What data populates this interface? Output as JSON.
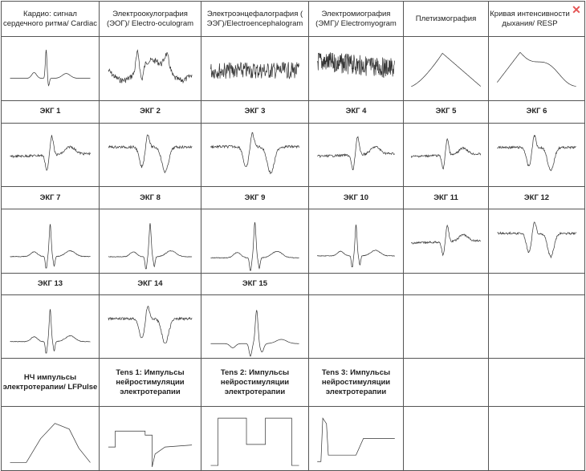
{
  "headers": [
    "Кардио: сигнал сердечного ритма/ Cardiac",
    "Электроокулография (ЭОГ)/ Electro-oculogram",
    "Электроэнцефалография ( ЭЭГ)/Electroencephalogram",
    "Электромиография (ЭМГ)/ Electromyogram",
    "Плетизмография",
    "Кривая интенсивности дыхания/ RESP"
  ],
  "ecg_labels": [
    "ЭКГ 1",
    "ЭКГ 2",
    "ЭКГ 3",
    "ЭКГ 4",
    "ЭКГ 5",
    "ЭКГ 6",
    "ЭКГ 7",
    "ЭКГ 8",
    "ЭКГ 9",
    "ЭКГ 10",
    "ЭКГ 11",
    "ЭКГ 12",
    "ЭКГ 13",
    "ЭКГ 14",
    "ЭКГ 15"
  ],
  "therapy_labels": [
    "НЧ импульсы электротерапии/ LFPulse",
    "Tens 1: Импульсы нейростимуляции электротерапии",
    "Tens 2: Импульсы нейростимуляции электротерапии",
    "Tens 3: Импульсы нейростимуляции электротерапии"
  ],
  "close_icon": "close-icon",
  "close_color": "#e55555"
}
